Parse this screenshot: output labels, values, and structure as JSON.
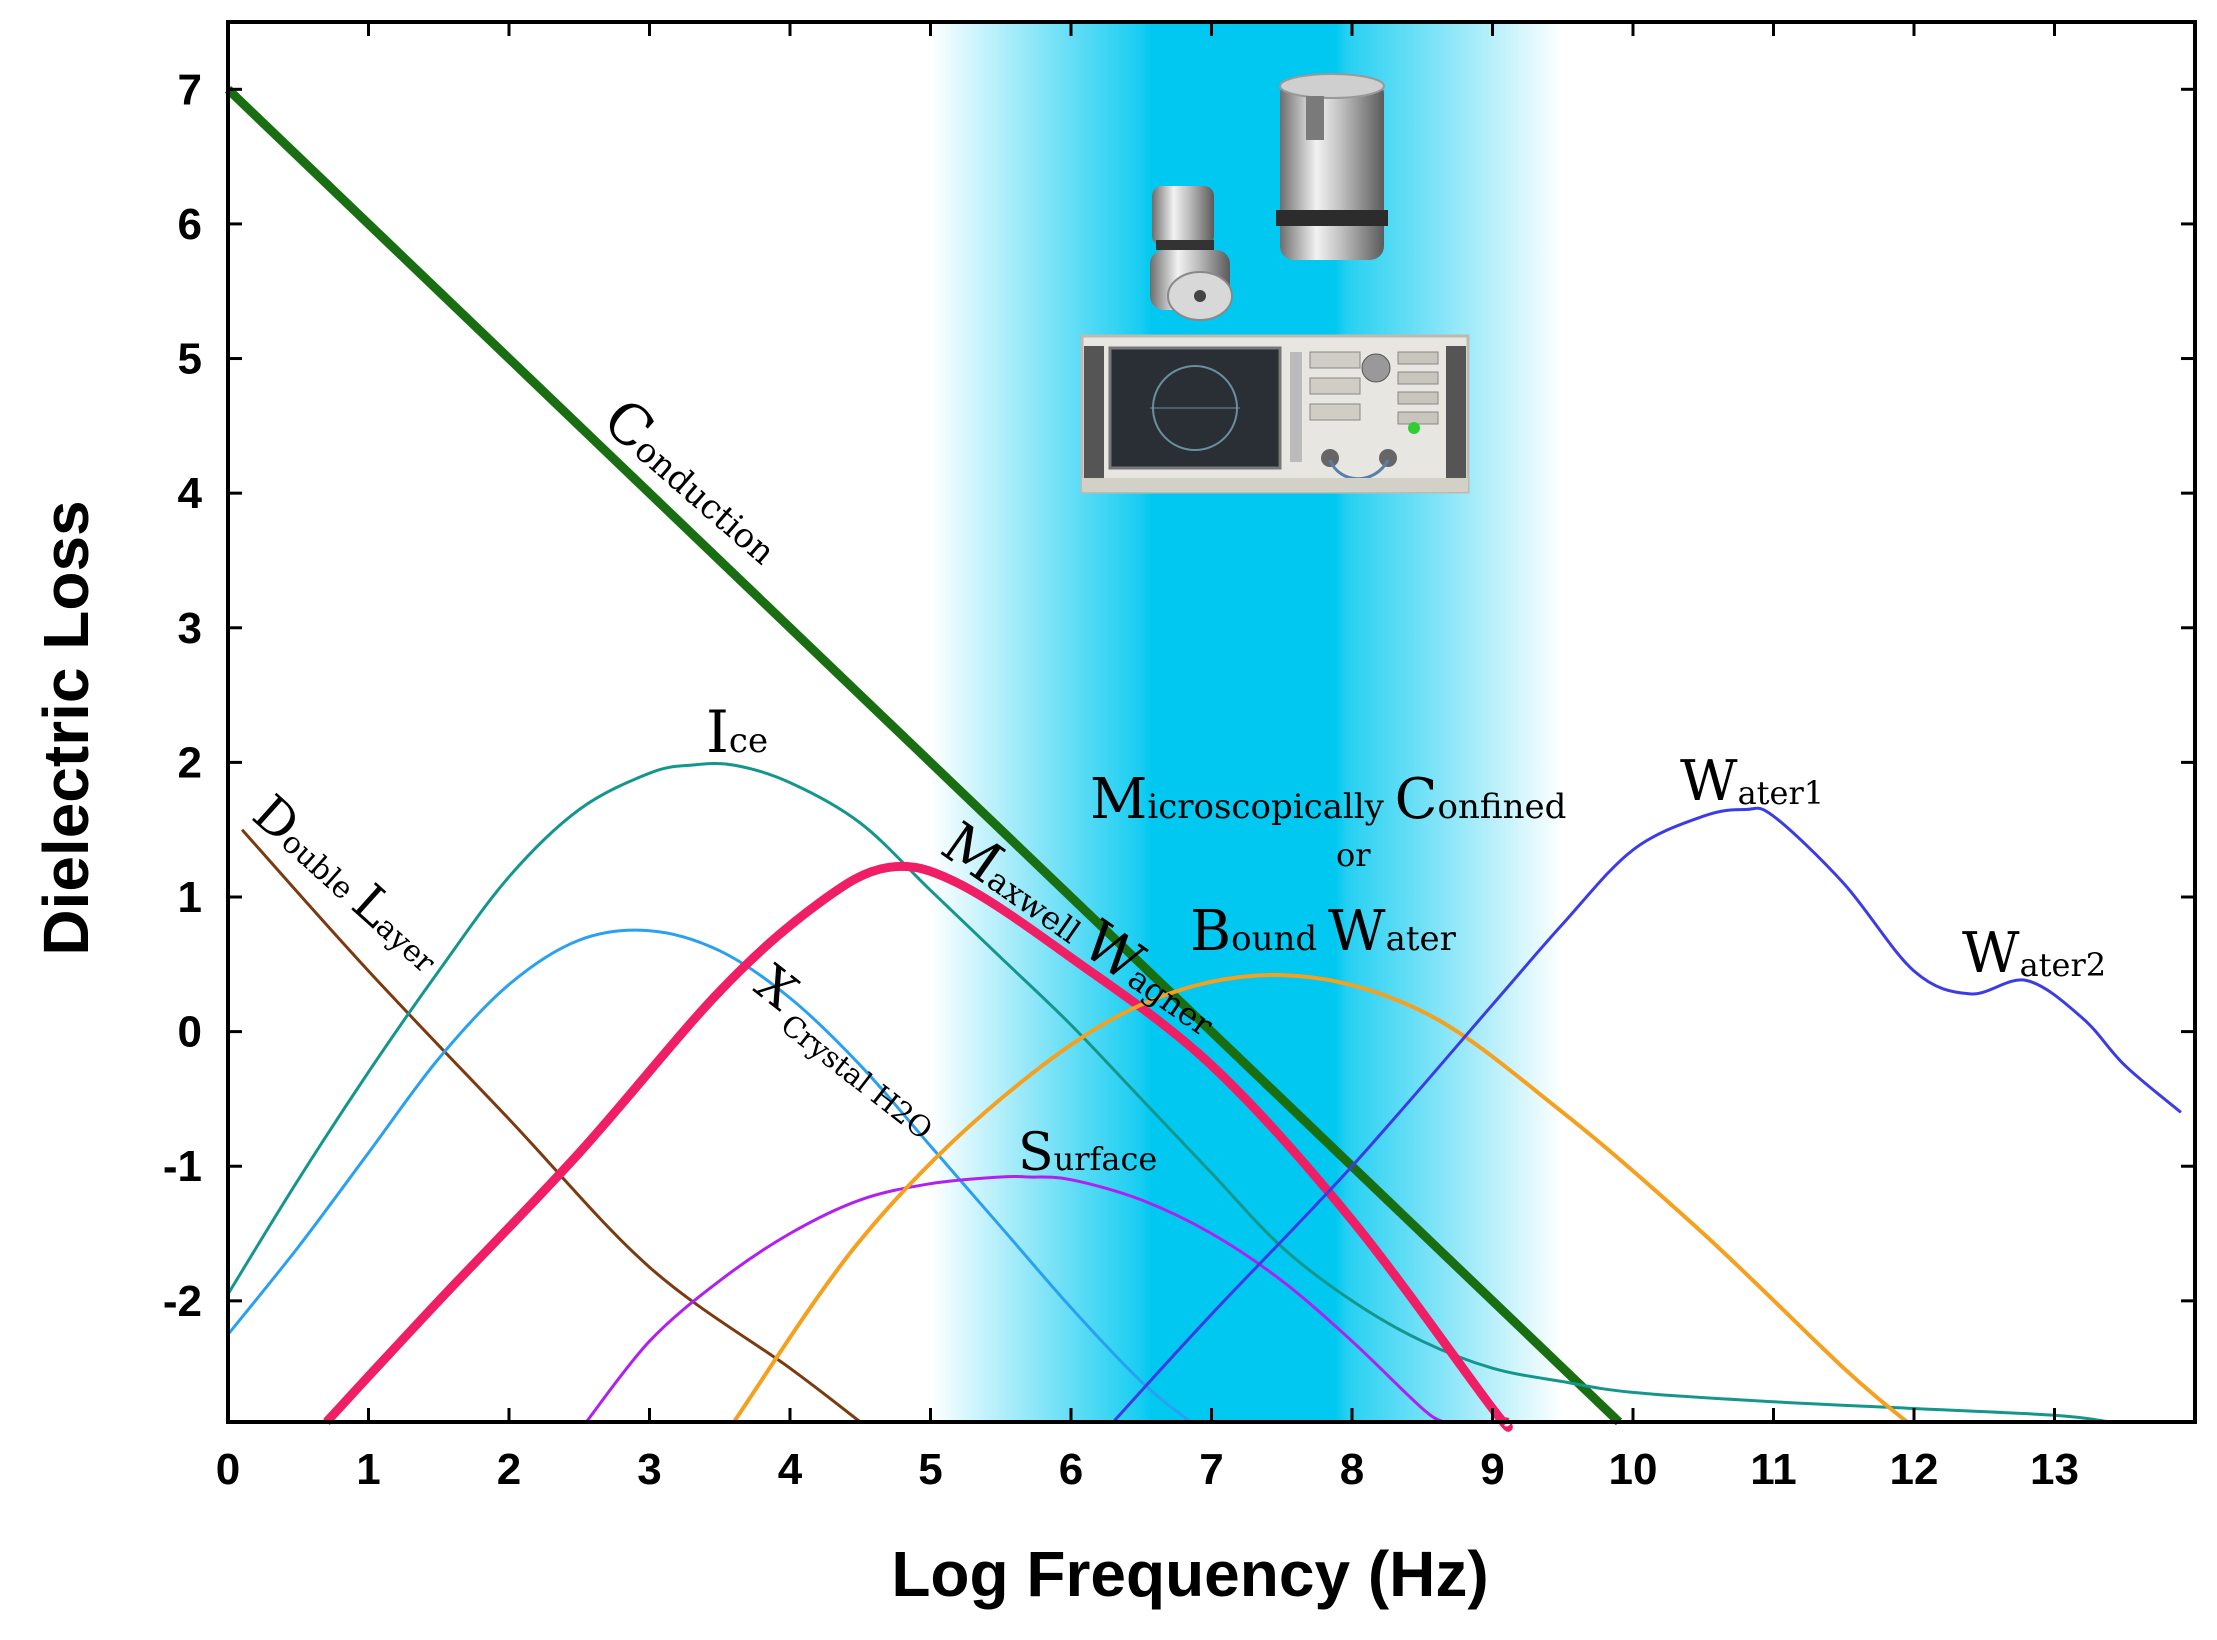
{
  "chart_data": {
    "type": "line",
    "xlabel": "Log Frequency (Hz)",
    "ylabel": "Dielectric Loss",
    "xlim": [
      0,
      14
    ],
    "ylim": [
      -2.9,
      7.5
    ],
    "xticks": [
      0,
      1,
      2,
      3,
      4,
      5,
      6,
      7,
      8,
      9,
      10,
      11,
      12,
      13
    ],
    "yticks": [
      -2,
      -1,
      0,
      1,
      2,
      3,
      4,
      5,
      6,
      7
    ],
    "grid": false,
    "highlight_band": {
      "x_start": 5.0,
      "x_end": 9.5,
      "core_start": 6.5,
      "core_end": 7.9,
      "color": "#00c8f0"
    },
    "series": [
      {
        "key": "conduction",
        "color": "#1a6e12",
        "width": 9,
        "x": [
          0,
          9.9
        ],
        "y": [
          7.0,
          -2.9
        ]
      },
      {
        "key": "double_layer",
        "color": "#7b3a10",
        "width": 3,
        "x": [
          0.1,
          1,
          2,
          3,
          4,
          4.5
        ],
        "y": [
          1.5,
          0.45,
          -0.65,
          -1.75,
          -2.5,
          -2.9
        ]
      },
      {
        "key": "ice",
        "color": "#14968c",
        "width": 3,
        "x": [
          0,
          0.5,
          1,
          1.5,
          2,
          2.5,
          3,
          3.3,
          3.6,
          4,
          4.5,
          5,
          5.5,
          6,
          6.5,
          7,
          7.5,
          8,
          8.5,
          9,
          9.5,
          10,
          11,
          12,
          13,
          13.4
        ],
        "y": [
          -1.95,
          -1.1,
          -0.3,
          0.45,
          1.15,
          1.65,
          1.92,
          1.98,
          1.98,
          1.85,
          1.55,
          1.05,
          0.55,
          0.05,
          -0.5,
          -1.05,
          -1.6,
          -2.0,
          -2.3,
          -2.5,
          -2.6,
          -2.68,
          -2.75,
          -2.8,
          -2.85,
          -2.9
        ]
      },
      {
        "key": "x_crystal",
        "color": "#2aa0f0",
        "width": 3,
        "x": [
          0,
          0.5,
          1,
          1.5,
          2,
          2.5,
          3,
          3.5,
          4,
          4.5,
          5,
          5.5,
          6,
          6.5,
          6.85
        ],
        "y": [
          -2.25,
          -1.6,
          -0.9,
          -0.2,
          0.35,
          0.68,
          0.75,
          0.6,
          0.25,
          -0.25,
          -0.85,
          -1.45,
          -2.05,
          -2.6,
          -2.9
        ]
      },
      {
        "key": "maxwell_wagner",
        "color": "#f01e64",
        "width": 9,
        "x": [
          0.7,
          1.5,
          2.5,
          3.5,
          4.2,
          4.7,
          5.2,
          6,
          7,
          8,
          9,
          9.1
        ],
        "y": [
          -2.9,
          -2.0,
          -0.9,
          0.3,
          0.95,
          1.22,
          1.1,
          0.55,
          -0.25,
          -1.4,
          -2.8,
          -2.9
        ]
      },
      {
        "key": "surface",
        "color": "#b020f0",
        "width": 3,
        "x": [
          2.55,
          3,
          3.5,
          4,
          4.5,
          5,
          5.5,
          5.7,
          6,
          6.5,
          7,
          7.5,
          8,
          8.5,
          8.65
        ],
        "y": [
          -2.9,
          -2.3,
          -1.85,
          -1.5,
          -1.25,
          -1.13,
          -1.08,
          -1.08,
          -1.1,
          -1.25,
          -1.5,
          -1.85,
          -2.3,
          -2.8,
          -2.9
        ]
      },
      {
        "key": "bound_water",
        "color": "#f5a01e",
        "width": 4,
        "x": [
          3.6,
          4.5,
          5.5,
          6.5,
          7.5,
          8.5,
          9.5,
          10.5,
          11.5,
          11.95
        ],
        "y": [
          -2.9,
          -1.55,
          -0.5,
          0.2,
          0.42,
          0.15,
          -0.6,
          -1.5,
          -2.5,
          -2.9
        ]
      },
      {
        "key": "water1",
        "color": "#3c3ce6",
        "width": 3,
        "x": [
          6.3,
          7,
          8,
          9,
          9.5,
          10,
          10.5,
          10.8,
          11,
          11.5,
          12,
          12.4,
          12.8,
          13.2,
          13.5,
          13.9
        ],
        "y": [
          -2.9,
          -2.1,
          -1.0,
          0.2,
          0.8,
          1.35,
          1.6,
          1.65,
          1.6,
          1.1,
          0.45,
          0.28,
          0.38,
          0.1,
          -0.25,
          -0.6
        ]
      }
    ],
    "annotations": [
      {
        "key": "conduction",
        "big": "C",
        "small": "onduction"
      },
      {
        "key": "double_layer",
        "big1": "D",
        "small1": "ouble",
        "big2": "L",
        "small2": "ayer"
      },
      {
        "key": "ice",
        "big": "I",
        "small": "ce"
      },
      {
        "key": "maxwell_wagner",
        "big1": "M",
        "small1": "axwell",
        "big2": "W",
        "small2": "agner"
      },
      {
        "key": "x_crystal",
        "big": "X",
        "small": "Crystal H2O"
      },
      {
        "key": "surface",
        "big": "S",
        "small": "urface"
      },
      {
        "key": "micro_confined",
        "big1": "M",
        "small1": "icroscopically",
        "big2": "C",
        "small2": "onfined"
      },
      {
        "key": "or",
        "text": "or"
      },
      {
        "key": "bound_water",
        "big1": "B",
        "small1": "ound",
        "big2": "W",
        "small2": "ater"
      },
      {
        "key": "water1",
        "big": "W",
        "small": "ater1"
      },
      {
        "key": "water2",
        "big": "W",
        "small": "ater2"
      }
    ]
  }
}
